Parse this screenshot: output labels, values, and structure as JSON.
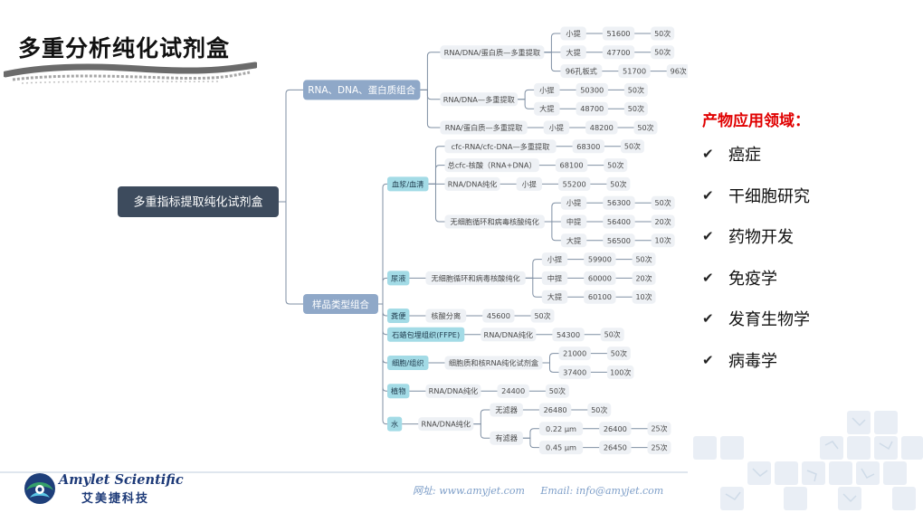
{
  "page": {
    "title": "多重分析纯化试剂盒"
  },
  "mindmap": {
    "root": "多重指标提取纯化试剂盒",
    "branches": [
      {
        "label": "RNA、DNA、蛋白质组合",
        "children": [
          {
            "label": "RNA/DNA/蛋白质—多重提取",
            "children": [
              {
                "label": "小提",
                "children": [
                  {
                    "label": "51600",
                    "children": [
                      {
                        "label": "50次"
                      }
                    ]
                  }
                ]
              },
              {
                "label": "大提",
                "children": [
                  {
                    "label": "47700",
                    "children": [
                      {
                        "label": "50次"
                      }
                    ]
                  }
                ]
              },
              {
                "label": "96孔板式",
                "children": [
                  {
                    "label": "51700",
                    "children": [
                      {
                        "label": "96次"
                      }
                    ]
                  }
                ]
              }
            ]
          },
          {
            "label": "RNA/DNA—多重提取",
            "children": [
              {
                "label": "小提",
                "children": [
                  {
                    "label": "50300",
                    "children": [
                      {
                        "label": "50次"
                      }
                    ]
                  }
                ]
              },
              {
                "label": "大提",
                "children": [
                  {
                    "label": "48700",
                    "children": [
                      {
                        "label": "50次"
                      }
                    ]
                  }
                ]
              }
            ]
          },
          {
            "label": "RNA/蛋白质—多重提取",
            "children": [
              {
                "label": "小提",
                "children": [
                  {
                    "label": "48200",
                    "children": [
                      {
                        "label": "50次"
                      }
                    ]
                  }
                ]
              }
            ]
          }
        ]
      },
      {
        "label": "样品类型组合",
        "children": [
          {
            "label": "血浆/血清",
            "children": [
              {
                "label": "cfc-RNA/cfc-DNA—多重提取",
                "children": [
                  {
                    "label": "68300",
                    "children": [
                      {
                        "label": "50次"
                      }
                    ]
                  }
                ]
              },
              {
                "label": "总cfc-核酸（RNA+DNA）",
                "children": [
                  {
                    "label": "68100",
                    "children": [
                      {
                        "label": "50次"
                      }
                    ]
                  }
                ]
              },
              {
                "label": "RNA/DNA纯化",
                "children": [
                  {
                    "label": "小提",
                    "children": [
                      {
                        "label": "55200",
                        "children": [
                          {
                            "label": "50次"
                          }
                        ]
                      }
                    ]
                  }
                ]
              },
              {
                "label": "无细胞循环和病毒核酸纯化",
                "children": [
                  {
                    "label": "小提",
                    "children": [
                      {
                        "label": "56300",
                        "children": [
                          {
                            "label": "50次"
                          }
                        ]
                      }
                    ]
                  },
                  {
                    "label": "中提",
                    "children": [
                      {
                        "label": "56400",
                        "children": [
                          {
                            "label": "20次"
                          }
                        ]
                      }
                    ]
                  },
                  {
                    "label": "大提",
                    "children": [
                      {
                        "label": "56500",
                        "children": [
                          {
                            "label": "10次"
                          }
                        ]
                      }
                    ]
                  }
                ]
              }
            ]
          },
          {
            "label": "尿液",
            "children": [
              {
                "label": "无细胞循环和病毒核酸纯化",
                "children": [
                  {
                    "label": "小提",
                    "children": [
                      {
                        "label": "59900",
                        "children": [
                          {
                            "label": "50次"
                          }
                        ]
                      }
                    ]
                  },
                  {
                    "label": "中提",
                    "children": [
                      {
                        "label": "60000",
                        "children": [
                          {
                            "label": "20次"
                          }
                        ]
                      }
                    ]
                  },
                  {
                    "label": "大提",
                    "children": [
                      {
                        "label": "60100",
                        "children": [
                          {
                            "label": "10次"
                          }
                        ]
                      }
                    ]
                  }
                ]
              }
            ]
          },
          {
            "label": "粪便",
            "children": [
              {
                "label": "核酸分离",
                "children": [
                  {
                    "label": "45600",
                    "children": [
                      {
                        "label": "50次"
                      }
                    ]
                  }
                ]
              }
            ]
          },
          {
            "label": "石蜡包埋组织(FFPE)",
            "children": [
              {
                "label": "RNA/DNA纯化",
                "children": [
                  {
                    "label": "54300",
                    "children": [
                      {
                        "label": "50次"
                      }
                    ]
                  }
                ]
              }
            ]
          },
          {
            "label": "细胞/组织",
            "children": [
              {
                "label": "细胞质和核RNA纯化试剂盒",
                "children": [
                  {
                    "label": "21000",
                    "children": [
                      {
                        "label": "50次"
                      }
                    ]
                  },
                  {
                    "label": "37400",
                    "children": [
                      {
                        "label": "100次"
                      }
                    ]
                  }
                ]
              }
            ]
          },
          {
            "label": "植物",
            "children": [
              {
                "label": "RNA/DNA纯化",
                "children": [
                  {
                    "label": "24400",
                    "children": [
                      {
                        "label": "50次"
                      }
                    ]
                  }
                ]
              }
            ]
          },
          {
            "label": "水",
            "children": [
              {
                "label": "RNA/DNA纯化",
                "children": [
                  {
                    "label": "无滤器",
                    "children": [
                      {
                        "label": "26480",
                        "children": [
                          {
                            "label": "50次"
                          }
                        ]
                      }
                    ]
                  },
                  {
                    "label": "有滤器",
                    "children": [
                      {
                        "label": "0.22 μm",
                        "children": [
                          {
                            "label": "26400",
                            "children": [
                              {
                                "label": "25次"
                              }
                            ]
                          }
                        ]
                      },
                      {
                        "label": "0.45 μm",
                        "children": [
                          {
                            "label": "26450",
                            "children": [
                              {
                                "label": "25次"
                              }
                            ]
                          }
                        ]
                      }
                    ]
                  }
                ]
              }
            ]
          }
        ]
      }
    ]
  },
  "applications": {
    "title": "产物应用领域：",
    "check_icon": "check-icon",
    "items": [
      "癌症",
      "干细胞研究",
      "药物开发",
      "免疫学",
      "发育生物学",
      "病毒学"
    ]
  },
  "footer": {
    "logo_en": "Amylet Scientific",
    "logo_cn": "艾美捷科技",
    "website": "网址: www.amyjet.com",
    "email": "Email: info@amyjet.com"
  },
  "colors": {
    "root_fill": "#3d4b5d",
    "branch_fill": "#8fa8c8",
    "category_fill": "#a3dbe6",
    "pill_fill": "#eef1f5",
    "link": "#7f8fa3",
    "accent_red": "#e00000",
    "brand_blue": "#1d3a78"
  }
}
